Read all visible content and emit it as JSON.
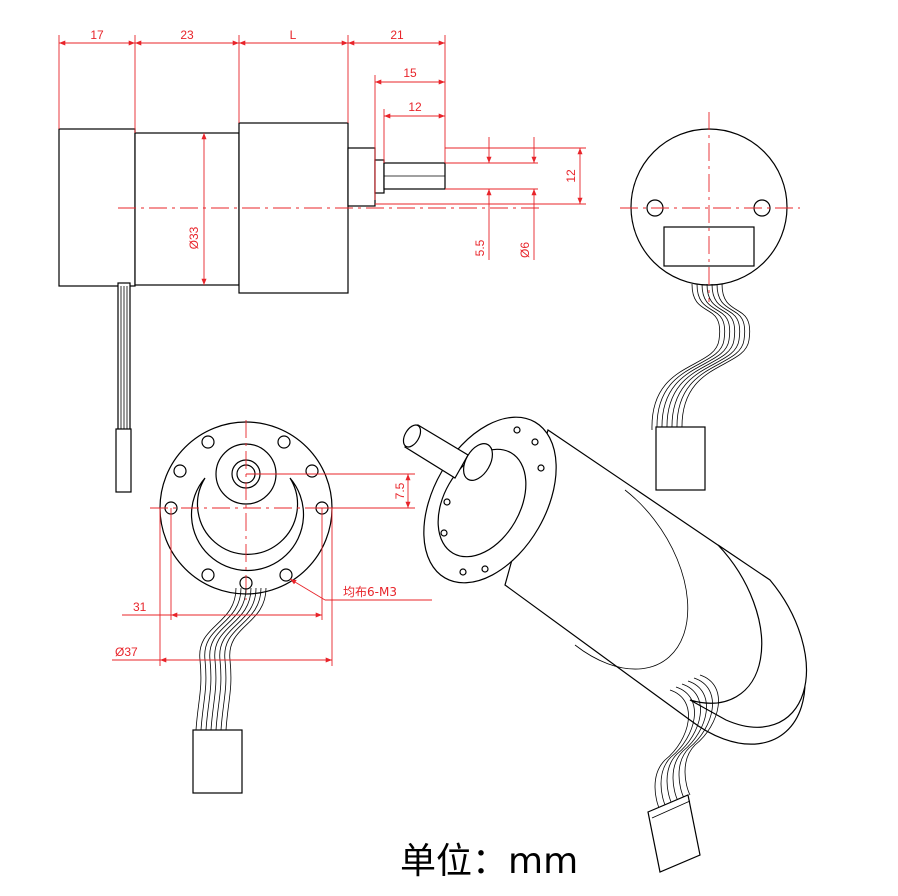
{
  "dimensions": {
    "len_17": "17",
    "len_23": "23",
    "len_L": "L",
    "len_21": "21",
    "len_15": "15",
    "len_12_shaft": "12",
    "len_12_height": "12",
    "dia_33": "Ø33",
    "dim_5_5": "5.5",
    "dia_6": "Ø6",
    "dim_7_5": "7.5",
    "dim_31": "31",
    "dia_37": "Ø37",
    "holes_note": "均布6-M3"
  },
  "unit_label": "单位：mm",
  "colors": {
    "dimension": "#e8242a",
    "outline": "#000000"
  }
}
